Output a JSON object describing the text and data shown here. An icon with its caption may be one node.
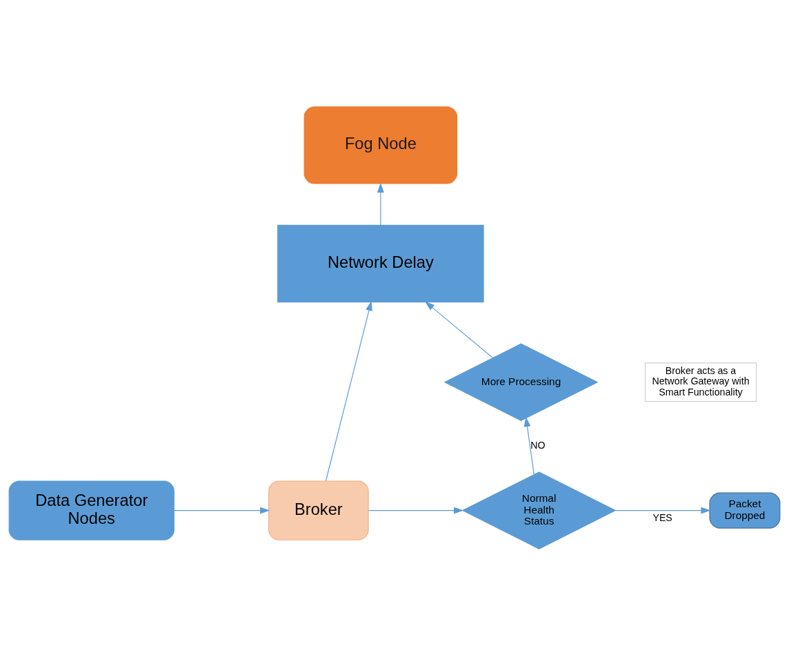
{
  "diagram": {
    "nodes": [
      {
        "text": [
          "Fog Node"
        ]
      },
      {
        "text": [
          "Network Delay"
        ]
      },
      {
        "text": [
          "Broker acts as a Network Gateway with Smart Functionality"
        ]
      },
      {
        "text": [
          "Data Generator Nodes"
        ]
      },
      {
        "text": [
          "Broker"
        ]
      },
      {
        "text": [
          "More Processing"
        ]
      },
      {
        "text": [
          "Normal Health Status"
        ]
      },
      {
        "text": [
          "Packet Dropped"
        ]
      }
    ],
    "edges": [
      {
        "from": 1,
        "to": 0,
        "arrow": "to"
      },
      {
        "from": 4,
        "to": 1,
        "arrow": "to"
      },
      {
        "from": 3,
        "to": 4,
        "arrow": "to"
      },
      {
        "from": 4,
        "to": 6,
        "arrow": "to"
      },
      {
        "from": 6,
        "to": 5,
        "arrow": "to",
        "label": "NO"
      },
      {
        "from": 5,
        "to": 1,
        "arrow": "to"
      },
      {
        "from": 6,
        "to": 7,
        "arrow": "to",
        "label": "YES"
      }
    ]
  }
}
